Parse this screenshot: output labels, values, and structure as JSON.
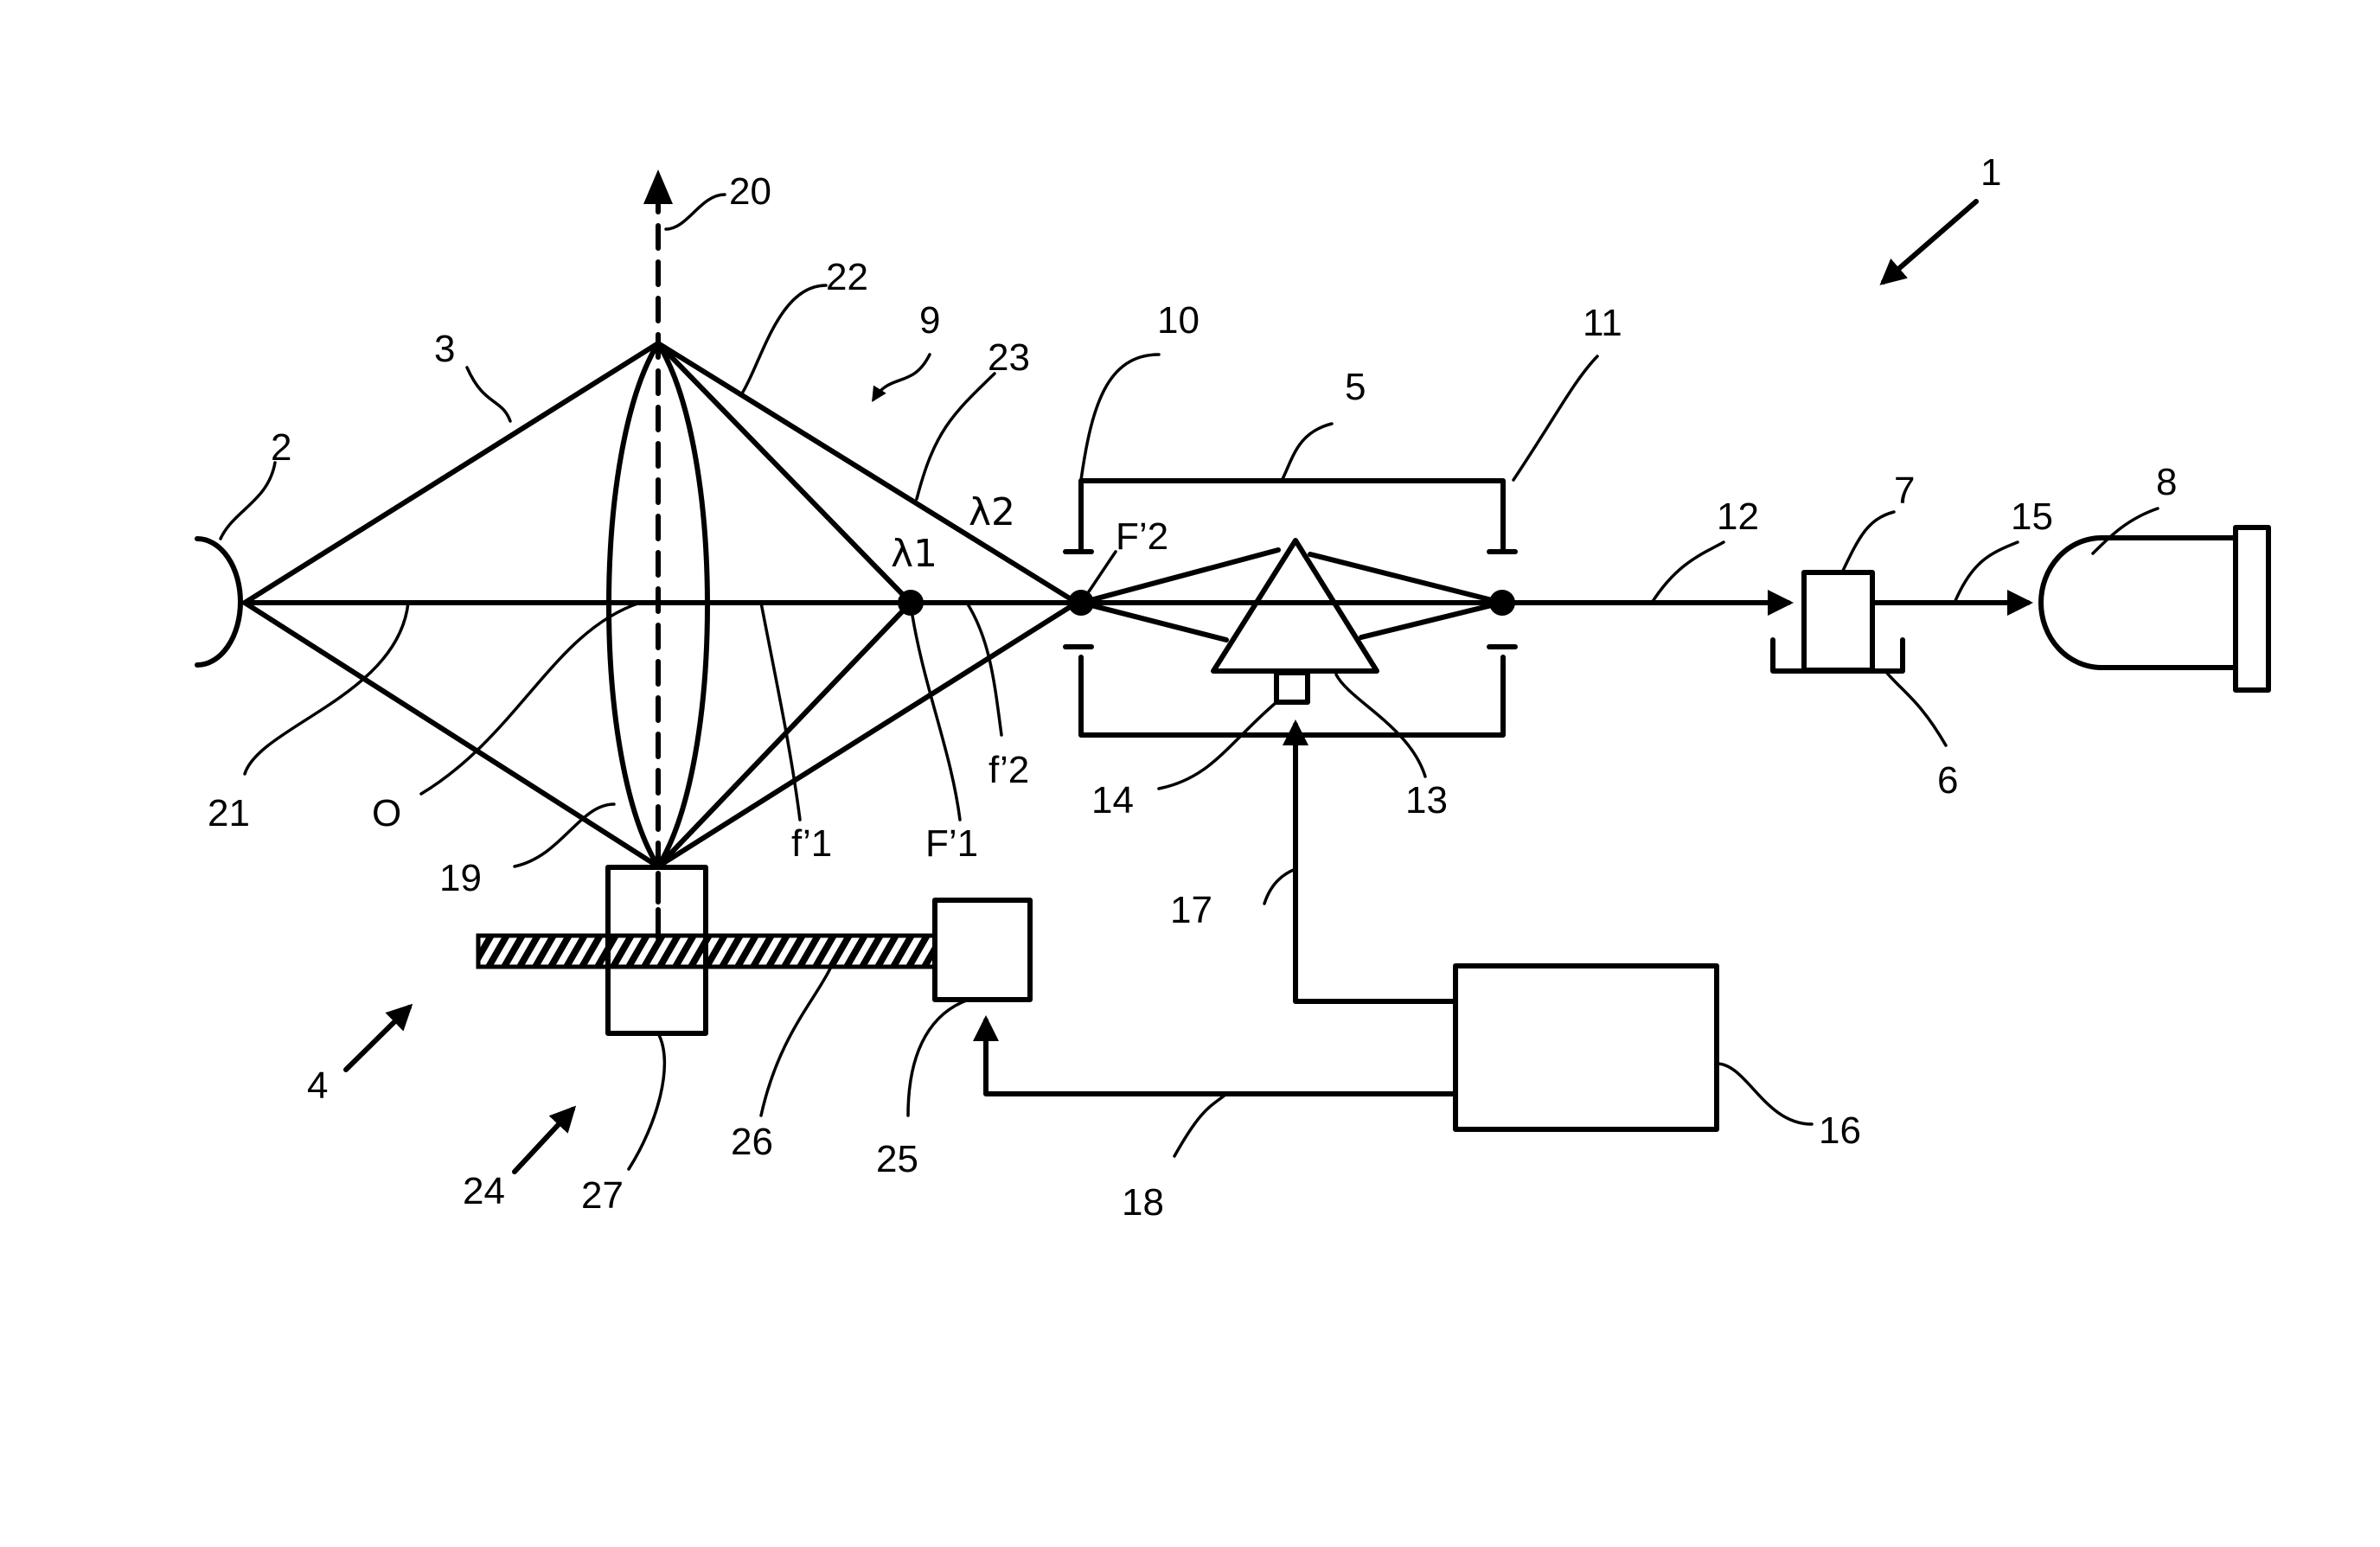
{
  "labels": {
    "n1": "1",
    "n2": "2",
    "n3": "3",
    "n4": "4",
    "n5": "5",
    "n6": "6",
    "n7": "7",
    "n8": "8",
    "n9": "9",
    "n10": "10",
    "n11": "11",
    "n12": "12",
    "n13": "13",
    "n14": "14",
    "n15": "15",
    "n16": "16",
    "n17": "17",
    "n18": "18",
    "n19": "19",
    "n20": "20",
    "n21": "21",
    "n22": "22",
    "n23": "23",
    "n24": "24",
    "n25": "25",
    "n26": "26",
    "n27": "27",
    "origin": "O",
    "lambda1": "λ1",
    "lambda2": "λ2",
    "focal_point1": "F’1",
    "focal_point2": "F’2",
    "focal_length1": "f’1",
    "focal_length2": "f’2"
  }
}
